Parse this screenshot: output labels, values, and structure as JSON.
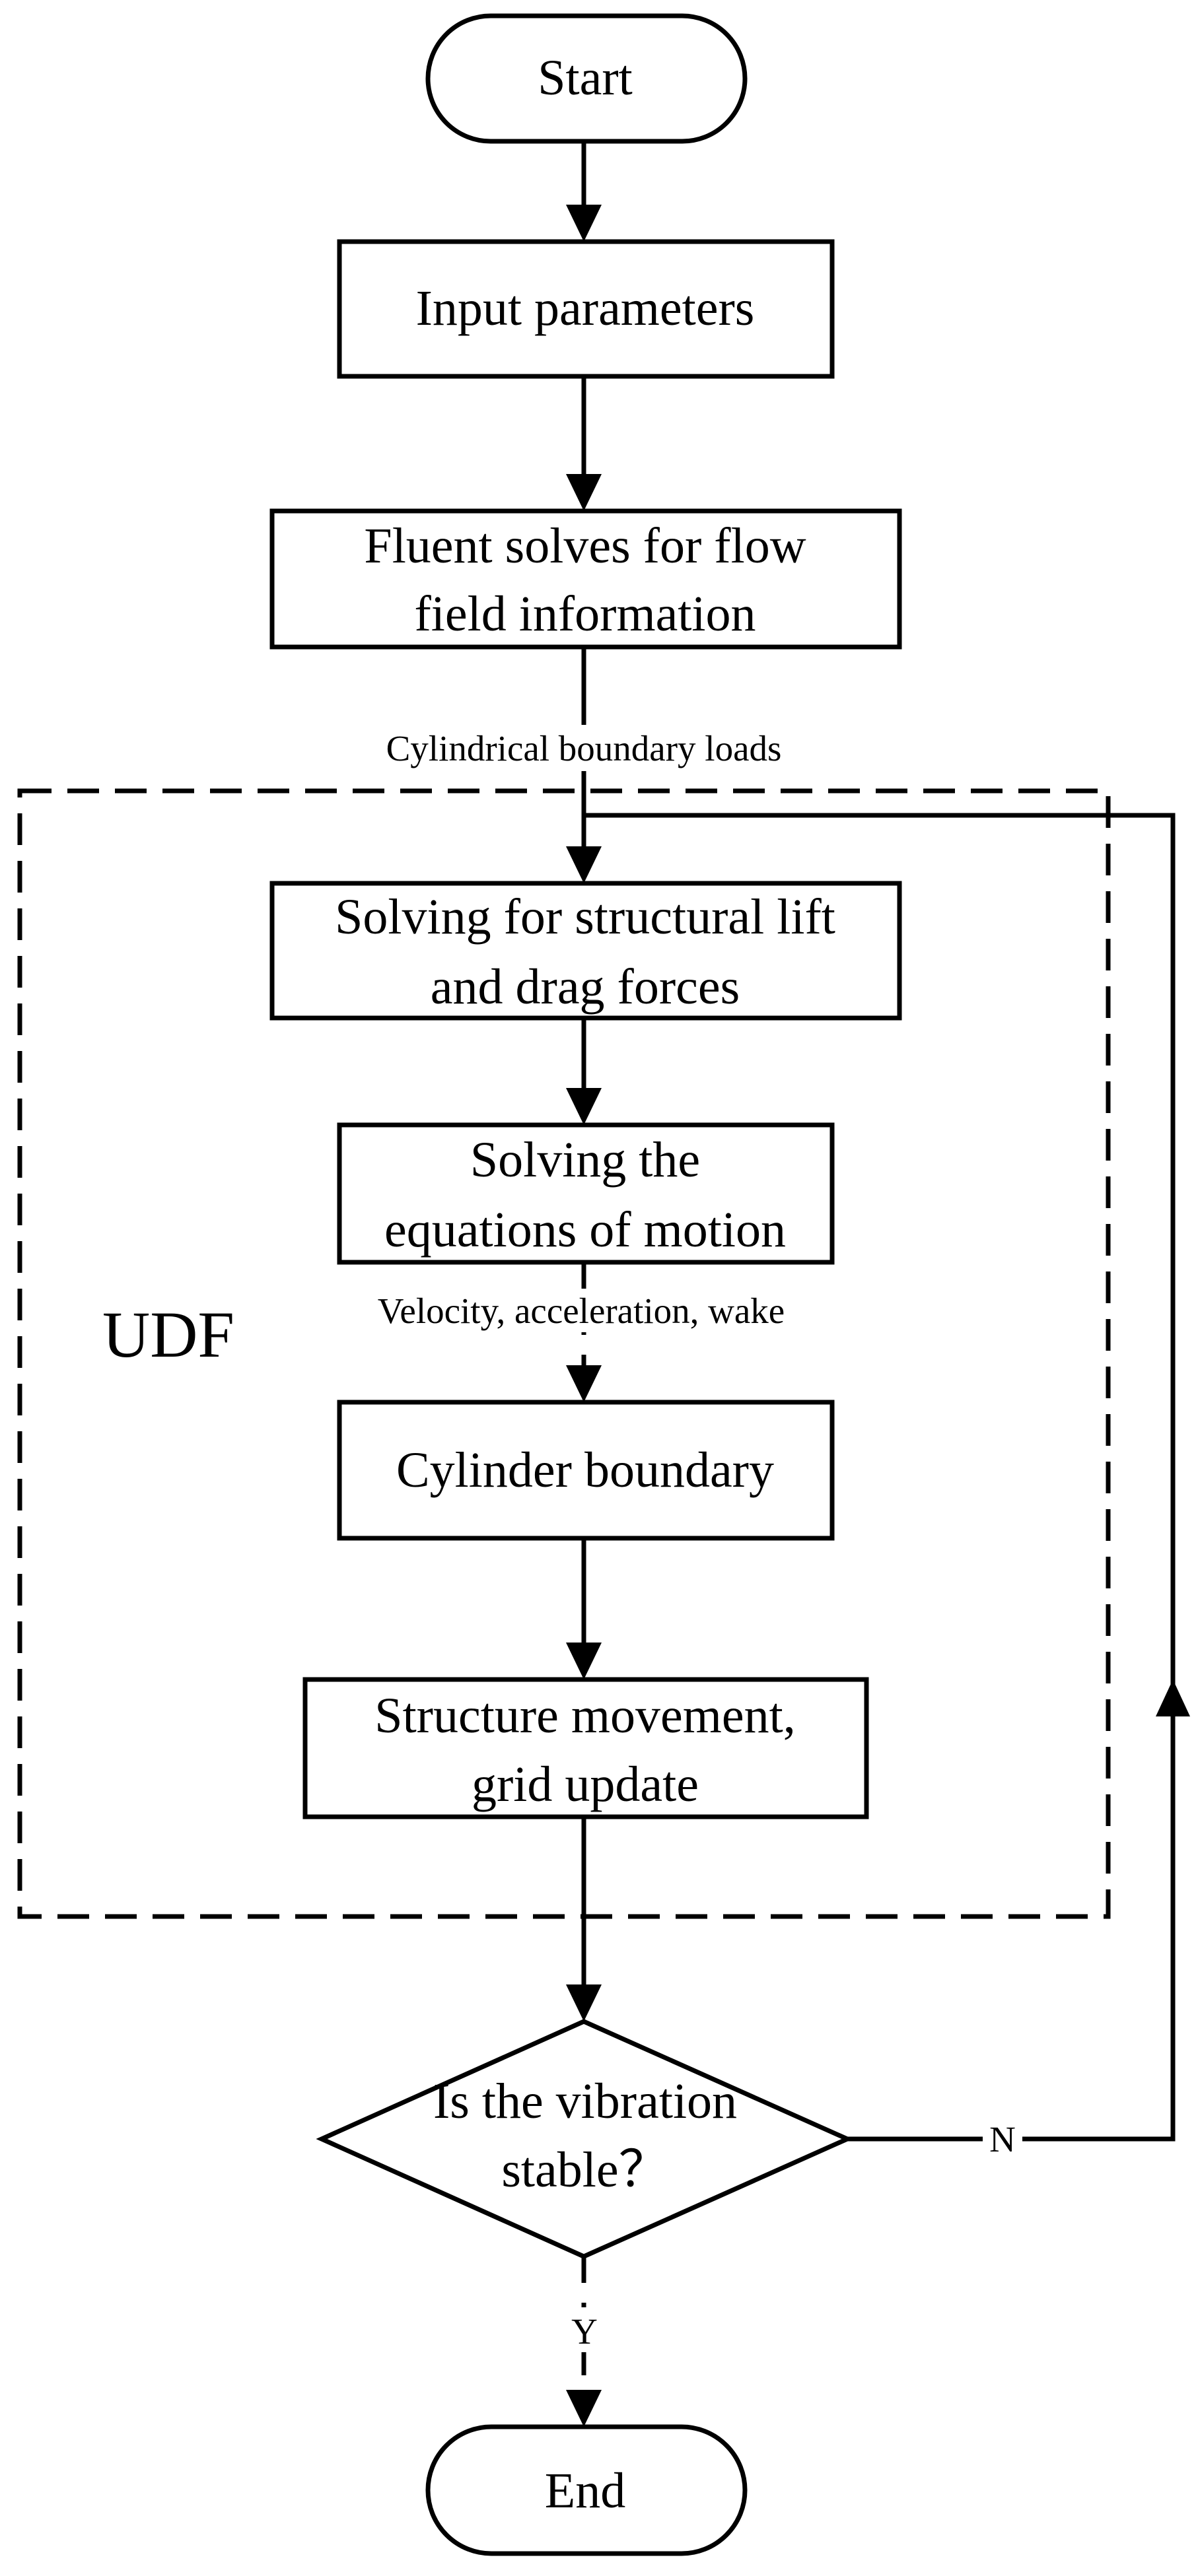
{
  "nodes": {
    "start": "Start",
    "input": "Input parameters",
    "fluent_line1": "Fluent solves for flow",
    "fluent_line2": "field information",
    "lift_line1": "Solving for structural lift",
    "lift_line2": "and drag forces",
    "motion_line1": "Solving the",
    "motion_line2": "equations of motion",
    "cylinder": "Cylinder boundary",
    "structure_line1": "Structure movement,",
    "structure_line2": "grid update",
    "decision_line1": "Is the vibration",
    "decision_line2": "stable？",
    "end": "End"
  },
  "edge_labels": {
    "loads": "Cylindrical boundary loads",
    "velocity": "Velocity, acceleration, wake",
    "yes": "Y",
    "no": "N"
  },
  "group_label": "UDF"
}
